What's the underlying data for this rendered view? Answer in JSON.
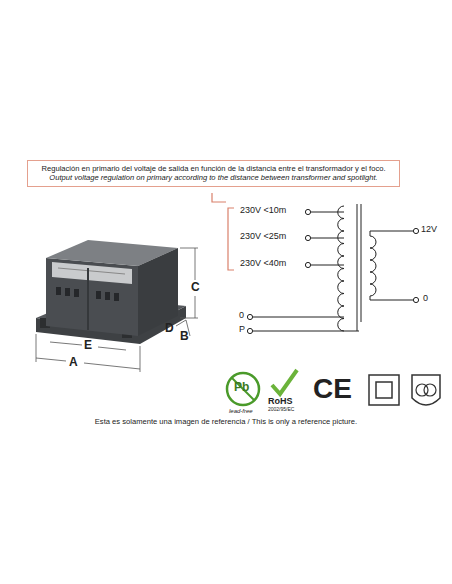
{
  "diagram": {
    "caption": "Esta es solamente una imagen de referencia / This is only a reference picture.",
    "nodes": [
      {
        "text": [
          "Regulación en primario del voltaje de salida en función de la distancia entre el transformador y el foco.",
          "Output voltage regulation on primary according to the distance between transformer and spotlight."
        ]
      }
    ],
    "labels": [
      "230V <10m",
      "230V <25m",
      "230V <40m",
      "0",
      "P",
      "12V",
      "0",
      "C",
      "D",
      "B",
      "E",
      "A",
      "Pb",
      "lead-free",
      "RoHS",
      "2002/95/EC",
      "CE"
    ]
  }
}
